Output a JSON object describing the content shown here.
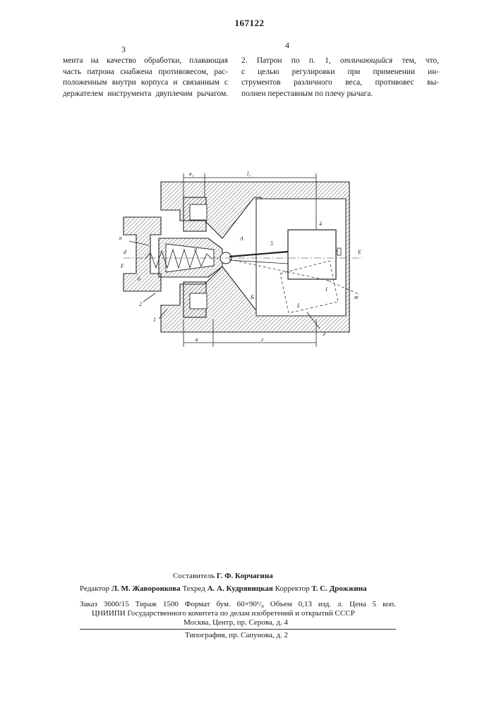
{
  "header": {
    "patent_number": "167122",
    "col_left_number": "3",
    "col_right_number": "4"
  },
  "left_column": {
    "lines": [
      "мента на качество обработки, плавающая",
      "часть патрона снабжена противовесом, рас-",
      "положенным внутри корпуса и связанным с",
      "держателем инструмента двуплечим рычагом."
    ]
  },
  "right_column": {
    "line1_prefix": "2. Патрон по п. 1,",
    "line1_italic": "отличающийся",
    "line1_suffix": "тем, что,",
    "lines": [
      "с целью регулировки при применении ин-",
      "струментов различного веса, противовес вы-",
      "полнен переставным по плечу рычага."
    ]
  },
  "figure": {
    "labels": {
      "b1": "в₁",
      "l1": "l₁",
      "b": "в",
      "g": "г",
      "A": "А",
      "B": "Б",
      "E": "Е",
      "F": "F",
      "n1": "1",
      "n2": "2",
      "n3": "3",
      "n4": "4",
      "n5": "5",
      "n6": "6",
      "d": "d",
      "L": "L",
      "k": "к",
      "ar": "а",
      "zh": "ж",
      "I": "I"
    }
  },
  "colophon": {
    "compiler_label": "Составитель",
    "compiler_name": "Г. Ф. Корчагина",
    "editor_label": "Редактор",
    "editor_name": "Л. М. Жаворонкова",
    "techred_label": "Техред",
    "techred_name": "А. А. Кудрявицкая",
    "corrector_label": "Корректор",
    "corrector_name": "Т. С. Дрожжина",
    "order_line": "Заказ 3600/15 Тираж 1500 Формат бум. 60×90¹/₈ Объем 0,13 изд. л. Цена 5 коп.",
    "org_line": "ЦНИИПИ Государственного комитета по делам изобретений и открытий СССР",
    "address_line": "Москва, Центр, пр. Серова, д. 4",
    "print_line": "Типография, пр. Сапунова, д. 2"
  }
}
